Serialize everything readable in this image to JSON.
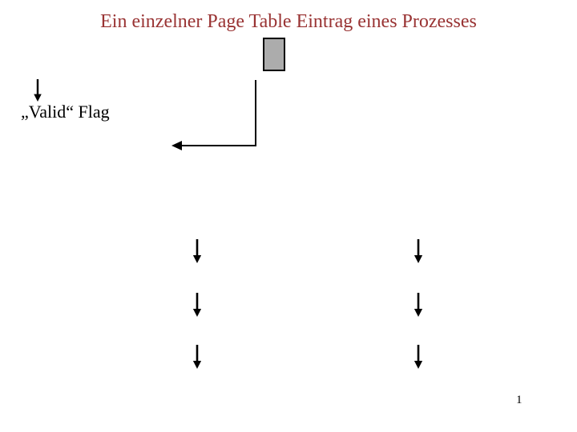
{
  "slide": {
    "title": "Ein einzelner Page Table Eintrag eines Prozesses",
    "valid_flag_label": "„Valid“ Flag",
    "page_number": "1",
    "colors": {
      "background": "#ffffff",
      "title": "#993333",
      "text": "#000000",
      "box_fill": "#acacac",
      "box_border": "#000000",
      "line": "#000000"
    },
    "icons": {
      "down_arrow": "solid black downward arrow (shaft + triangle head)",
      "elbow_connector": "right-angle connector from box, arrowhead pointing left"
    }
  }
}
